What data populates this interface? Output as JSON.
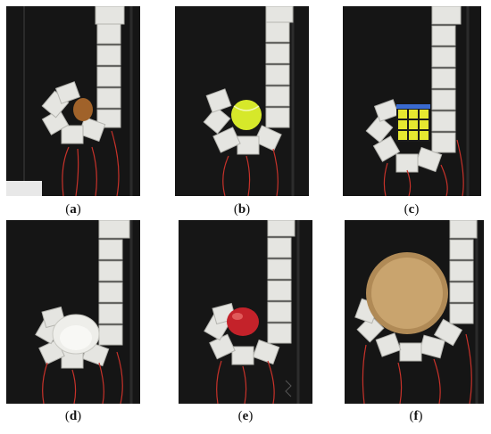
{
  "figure": {
    "panels": [
      {
        "label": "a",
        "object": "brown egg",
        "object_color": "#a0622a"
      },
      {
        "label": "b",
        "object": "tennis ball",
        "object_color": "#d6e82a"
      },
      {
        "label": "c",
        "object": "rubik cube",
        "object_color": "#e6e830"
      },
      {
        "label": "d",
        "object": "white bowl",
        "object_color": "#eeeeea"
      },
      {
        "label": "e",
        "object": "red apple",
        "object_color": "#c4222a"
      },
      {
        "label": "f",
        "object": "round tin lid",
        "object_color": "#c9a46e"
      }
    ],
    "colors": {
      "background": "#141414",
      "gripper_module": "#e6e6e2",
      "wire": "#c8322a"
    }
  }
}
